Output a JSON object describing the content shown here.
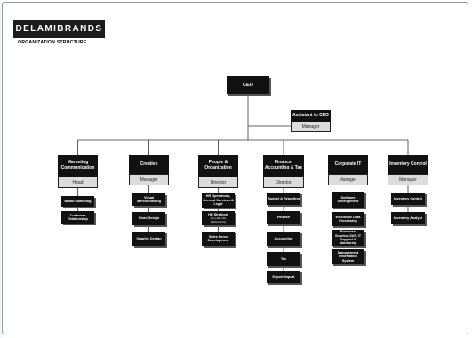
{
  "logo": {
    "text": "DELAMIBRANDS"
  },
  "subtitle": "ORGANIZATION STRUCTURE",
  "ceo": {
    "title": "CEO"
  },
  "assistant": {
    "title": "Assistant to CEO",
    "role": "Manager"
  },
  "departments": [
    {
      "title": "Marketing Communication",
      "role": "Head",
      "units": [
        {
          "label": "Brand Marketing"
        },
        {
          "label": "Customer Relationship"
        }
      ]
    },
    {
      "title": "Creative",
      "role": "Manager",
      "units": [
        {
          "label": "Visual Merchandising"
        },
        {
          "label": "Store Design"
        },
        {
          "label": "Graphic Design"
        }
      ]
    },
    {
      "title": "People & Organization",
      "role": "Director",
      "units": [
        {
          "label": "HR Operations, General Services & Legal"
        },
        {
          "label": "HR Strategic",
          "detail": "(TA, L&D, OD, Performance)"
        },
        {
          "label": "Sales Force Development"
        }
      ]
    },
    {
      "title": "Finance, Accounting & Tax",
      "role": "Director",
      "units": [
        {
          "label": "Budget & Reporting"
        },
        {
          "label": "Finance"
        },
        {
          "label": "Accounting"
        },
        {
          "label": "Tax"
        },
        {
          "label": "Export Import"
        }
      ]
    },
    {
      "title": "Corporate IT",
      "role": "Manager",
      "units": [
        {
          "label": "Software Development"
        },
        {
          "label": "Electronic Data Processing"
        },
        {
          "label": "Business Solution,SAP, IT Support & Monitoring"
        },
        {
          "label": "Management Information System"
        }
      ]
    },
    {
      "title": "Inventory Control",
      "role": "Manager",
      "units": [
        {
          "label": "Inventory Control"
        },
        {
          "label": "Inventory Analyst"
        }
      ]
    }
  ]
}
